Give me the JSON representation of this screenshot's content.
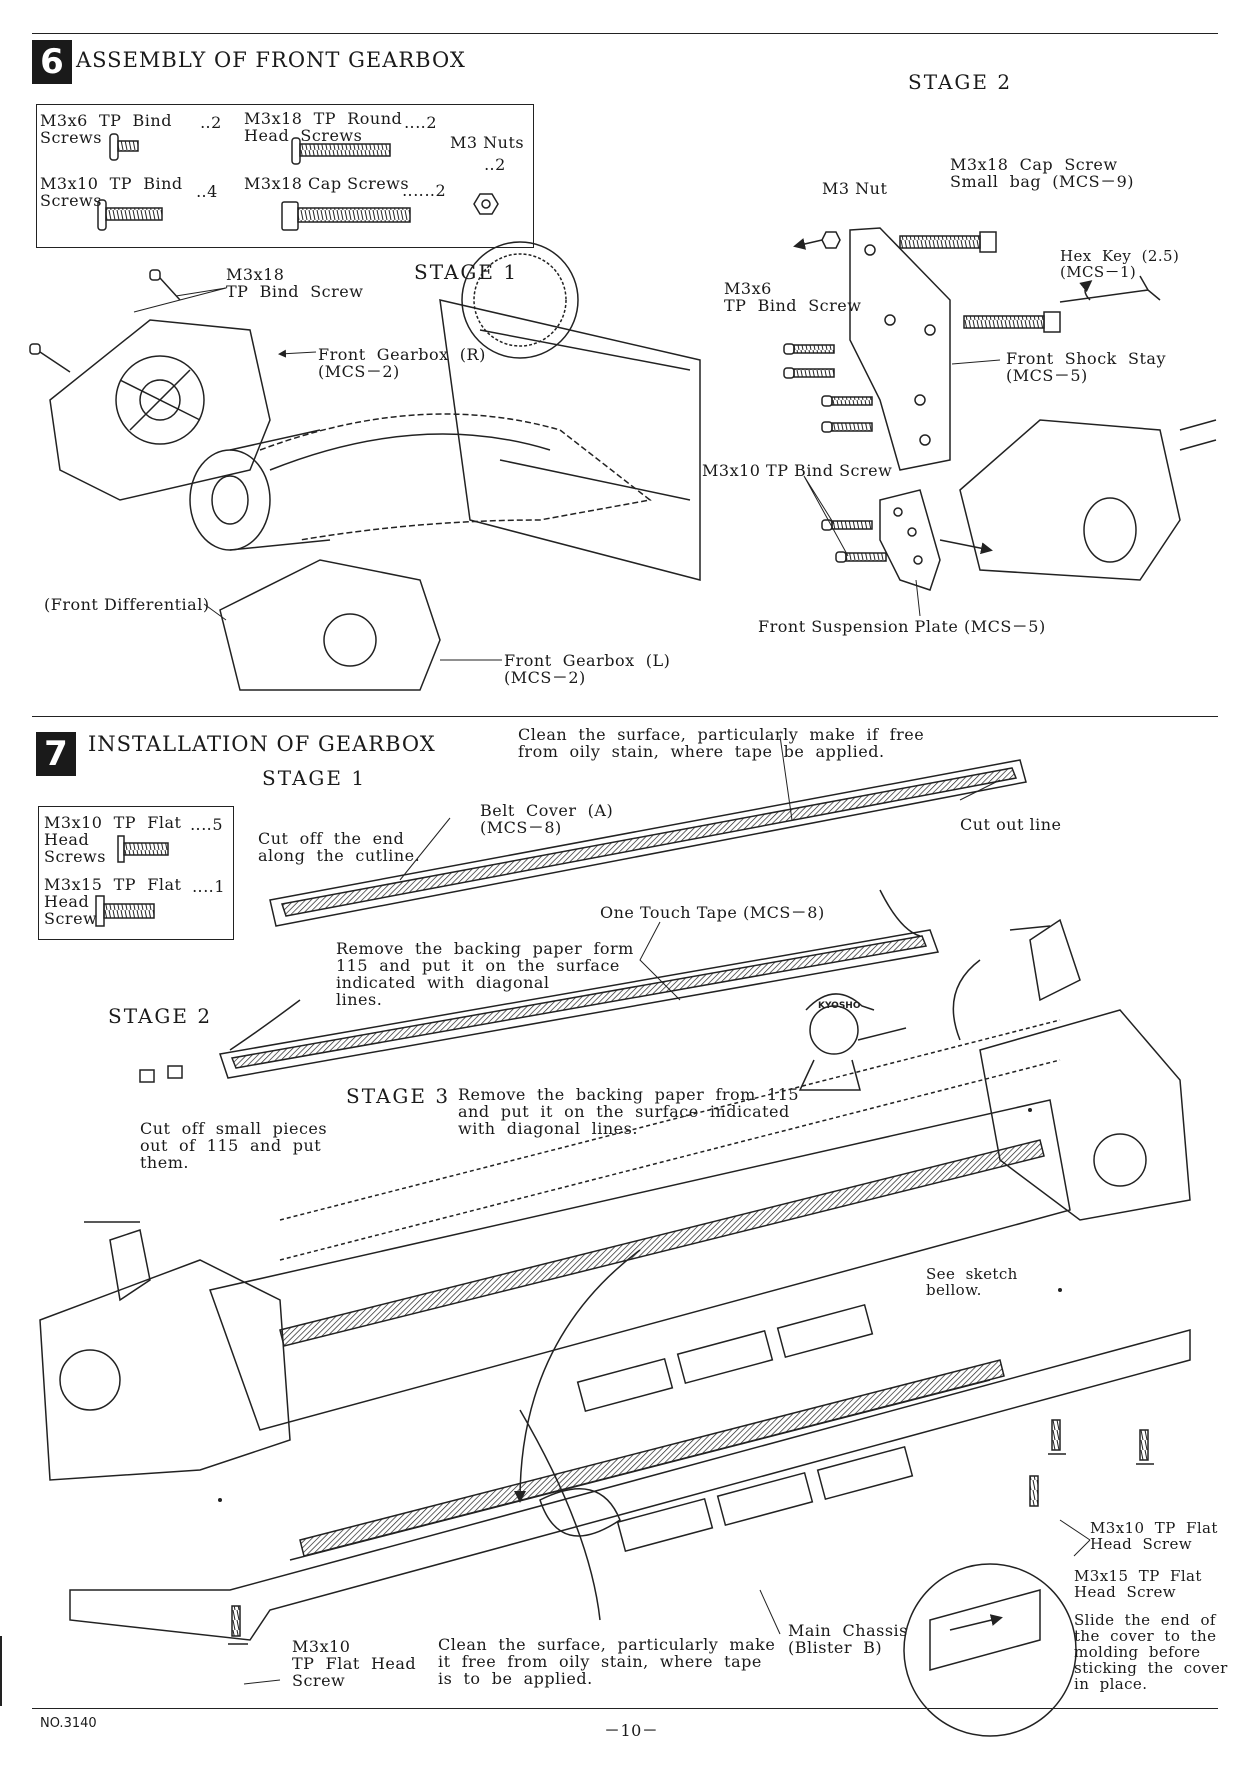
{
  "section6": {
    "number": "6",
    "title": "ASSEMBLY OF FRONT GEARBOX",
    "stage1": "STAGE 1",
    "stage2": "STAGE 2",
    "parts": {
      "p1_name": "M3x6  TP  Bind\nScrews",
      "p1_qty": "‥2",
      "p2_name": "M3x18  TP  Round\nHead  Screws",
      "p2_qty": "‥‥2",
      "p3_name": "M3  Nuts",
      "p3_qty": "‥2",
      "p4_name": "M3x10  TP  Bind\nScrews",
      "p4_qty": "‥4",
      "p5_name": "M3x18  Cap  Screws",
      "p5_qty": "‥‥‥2"
    },
    "labels": {
      "m3x18_tp_bind": "M3x18\nTP  Bind  Screw",
      "front_gearbox_r": "Front  Gearbox  (R)\n(MCS－2)",
      "front_differential": "(Front  Differential)",
      "front_gearbox_l": "Front  Gearbox  (L)\n(MCS－2)",
      "m3_nut": "M3  Nut",
      "m3x18_cap_screw": "M3x18  Cap  Screw\nSmall  bag  (MCS－9)",
      "m3x6_tp_bind": "M3x6\nTP  Bind  Screw",
      "hex_key": "Hex  Key  (2.5)\n(MCS－1)",
      "front_shock_stay": "Front  Shock  Stay\n(MCS－5)",
      "m3x10_tp_bind": "M3x10  TP  Bind  Screw",
      "front_suspension_plate": "Front  Suspension  Plate  (MCS－5)"
    }
  },
  "section7": {
    "number": "7",
    "title": "INSTALLATION OF GEARBOX",
    "stage1": "STAGE 1",
    "stage2": "STAGE 2",
    "stage3": "STAGE 3",
    "parts": {
      "p1_name": "M3x10  TP  Flat\nHead\nScrews",
      "p1_qty": "‥‥5",
      "p2_name": "M3x15  TP  Flat\nHead\nScrew",
      "p2_qty": "‥‥1"
    },
    "labels": {
      "clean_top": "Clean  the  surface,  particularly  make  if  free\nfrom  oily  stain,  where  tape  be  applied.",
      "belt_cover": "Belt  Cover  (A)\n(MCS－8)",
      "cut_end": "Cut  off  the  end\nalong  the  cutline.",
      "cut_out_line": "Cut  out  line",
      "one_touch_tape": "One  Touch  Tape  (MCS－8)",
      "remove_backing_1": "Remove  the  backing  paper  form\n115  and  put  it  on  the  surface\nindicated  with  diagonal\nlines.",
      "remove_backing_3": "Remove  the  backing  paper  from  115\nand  put  it  on  the  surface  indicated\nwith  diagonal  lines.",
      "cut_small_pieces": "Cut  off  small  pieces\nout  of  115  and  put\nthem.",
      "see_sketch": "See  sketch\nbellow.",
      "m3x10_flat_right": "M3x10  TP  Flat\nHead  Screw",
      "m3x15_flat": "M3x15  TP  Flat\nHead  Screw",
      "slide_end": "Slide  the  end  of\nthe  cover  to  the\nmolding  before\nsticking  the  cover\nin  place.",
      "main_chassis": "Main  Chassis\n(Blister  B)",
      "clean_bottom": "Clean  the  surface,  particularly  make\nit  free  from  oily  stain,  where  tape\nis  to  be  applied.",
      "m3x10_flat_bottom": "M3x10\nTP  Flat  Head\nScrew",
      "mascot_cap": "KYOSHO"
    }
  },
  "footer": {
    "doc_number": "NO.3140",
    "page": "－10－"
  }
}
